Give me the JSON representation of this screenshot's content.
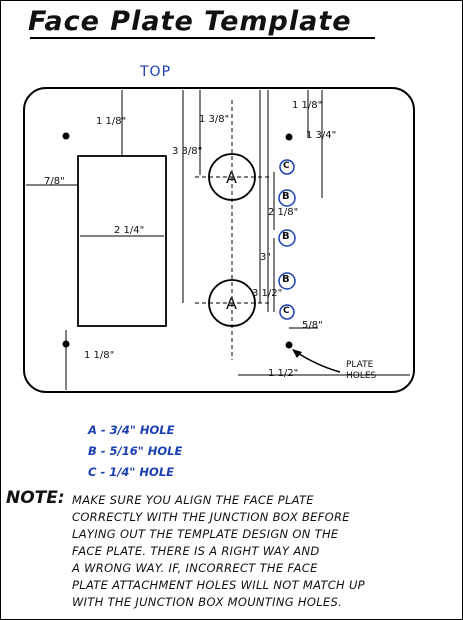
{
  "title": "Face Plate Template",
  "top_label": "TOP",
  "dimensions": {
    "d1": "1 1/8\"",
    "d2": "1 3/8\"",
    "d3": "3 3/8\"",
    "d4": "1 1/8\"",
    "d5": "1 3/4\"",
    "d6": "7/8\"",
    "d7": "2 1/4\"",
    "d8": "2 1/8\"",
    "d9": "3\"",
    "d10": "3 1/2\"",
    "d11": "5/8\"",
    "d12": "1 1/8\"",
    "d13": "1 1/2\""
  },
  "holes": {
    "a_top": "A",
    "a_bottom": "A",
    "c1": "C",
    "b1": "B",
    "b2": "B",
    "b3": "B",
    "c2": "C"
  },
  "callout": {
    "line1": "PLATE",
    "line2": "HOLES"
  },
  "legend": [
    "A - 3/4\" HOLE",
    "B - 5/16\" HOLE",
    "C - 1/4\" HOLE"
  ],
  "note_label": "NOTE:",
  "note_lines": [
    "MAKE SURE YOU ALIGN THE FACE PLATE",
    "CORRECTLY WITH THE JUNCTION BOX BEFORE",
    "LAYING OUT THE TEMPLATE DESIGN ON THE",
    "FACE PLATE. THERE IS A RIGHT WAY AND",
    "A WRONG WAY. IF, INCORRECT THE FACE",
    "PLATE ATTACHMENT HOLES WILL NOT MATCH UP",
    "WITH THE JUNCTION BOX MOUNTING HOLES."
  ]
}
